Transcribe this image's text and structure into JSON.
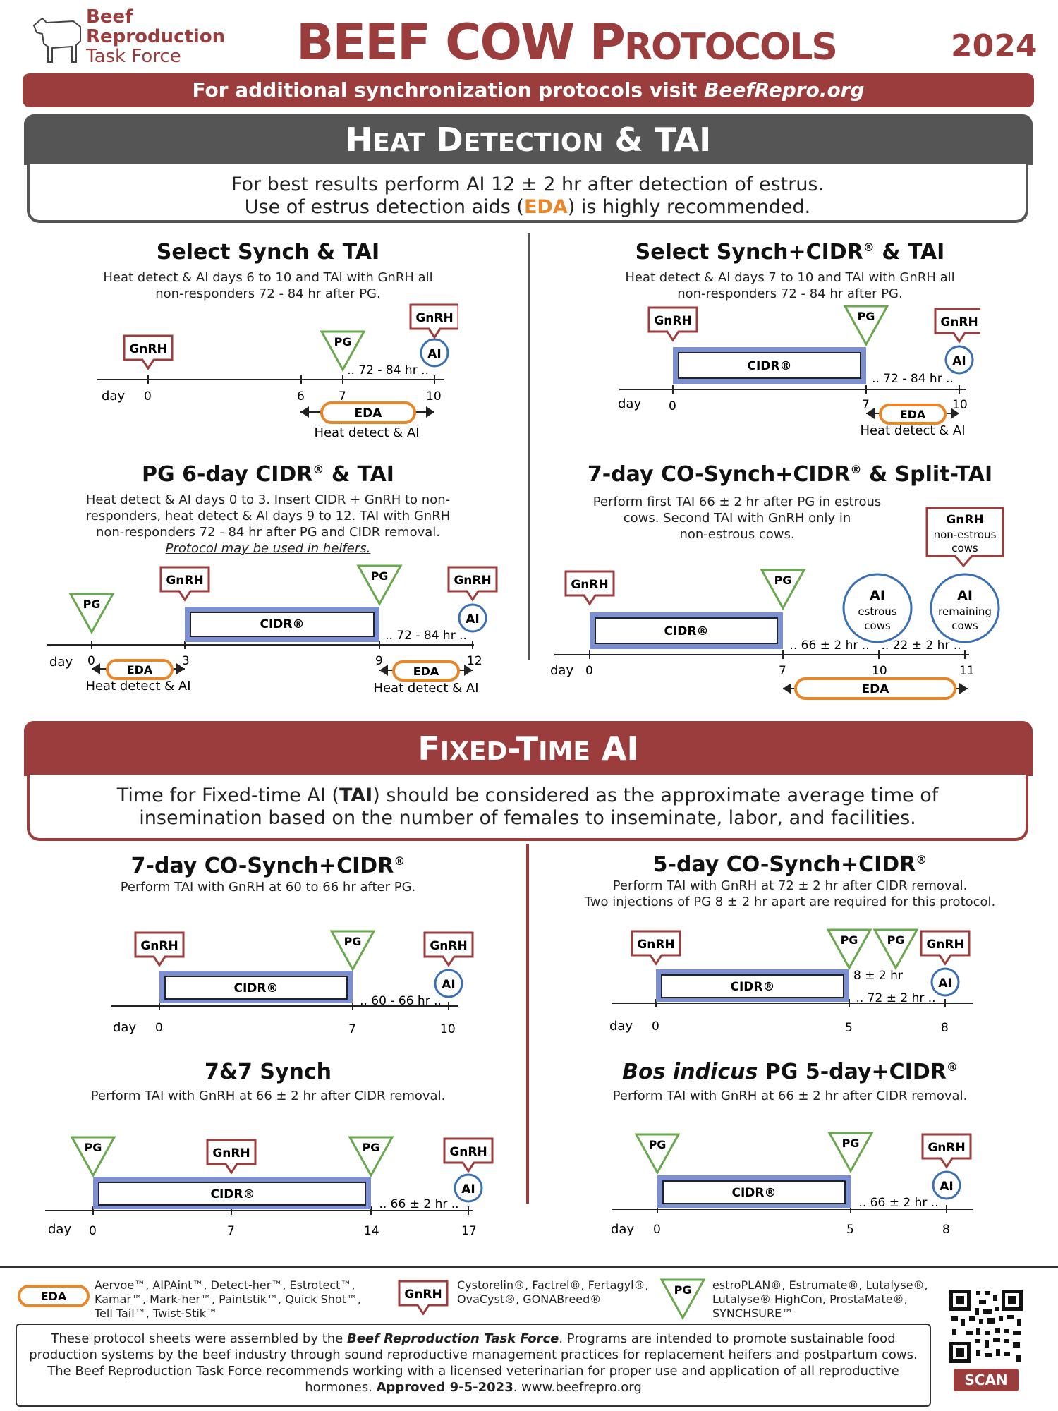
{
  "header": {
    "logo_line1": "Beef",
    "logo_line2": "Reproduction",
    "logo_line3": "Task Force",
    "title_big1": "BEEF COW P",
    "title_small1": "ROTOCOLS",
    "year": "2024",
    "banner_pre": "For additional synchronization protocols visit ",
    "banner_link": "BeefRepro.org"
  },
  "heat_section": {
    "title_a": "H",
    "title_b": "EAT",
    "title_c": " D",
    "title_d": "ETECTION",
    "title_e": " & TAI",
    "note_line1": "For best results perform AI 12 ± 2 hr after detection of estrus.",
    "note_line2_pre": "Use of estrus detection aids (",
    "note_line2_eda": "EDA",
    "note_line2_post": ") is highly recommended."
  },
  "fixed_section": {
    "title_a": "F",
    "title_b": "IXED",
    "title_c": "-T",
    "title_d": "IME",
    "title_e": " AI",
    "note_line1_pre": "Time for Fixed-time AI (",
    "note_line1_tai": "TAI",
    "note_line1_post": ") should be considered as the approximate average time of",
    "note_line2": "insemination based on the number of females to inseminate, labor, and facilities."
  },
  "labels": {
    "gnrh": "GnRH",
    "pg": "PG",
    "ai": "AI",
    "cidr": "CIDR®",
    "eda": "EDA",
    "day": "day",
    "heat_ai": "Heat detect & AI",
    "estrous": "estrous",
    "cows": "cows",
    "remaining": "remaining",
    "non_estrous": "non-estrous"
  },
  "protocols": {
    "p1": {
      "title": "Select Synch & TAI",
      "desc1": "Heat detect & AI days 6 to 10 and TAI with GnRH all",
      "desc2": "non-responders 72 - 84 hr after PG.",
      "interval": ".. 72 - 84 hr ..",
      "d0": "0",
      "d6": "6",
      "d7": "7",
      "d10": "10"
    },
    "p2": {
      "title": "Select Synch+CIDR",
      "title_sup": "®",
      "title_post": " & TAI",
      "desc1": "Heat detect & AI days 7 to 10 and TAI with GnRH all",
      "desc2": "non-responders 72 - 84 hr after PG.",
      "interval": ".. 72 - 84 hr ..",
      "d0": "0",
      "d7": "7",
      "d10": "10"
    },
    "p3": {
      "title": "PG 6-day CIDR",
      "title_sup": "®",
      "title_post": " & TAI",
      "desc1": "Heat detect & AI days 0 to 3. Insert CIDR + GnRH to non-",
      "desc2": "responders, heat detect & AI days 9 to 12. TAI with GnRH",
      "desc3": "non-responders 72 - 84 hr after PG and CIDR removal.",
      "desc4": "Protocol may be used in heifers.",
      "interval": ".. 72 - 84 hr ..",
      "d0": "0",
      "d3": "3",
      "d9": "9",
      "d12": "12"
    },
    "p4": {
      "title": "7-day CO-Synch+CIDR",
      "title_sup": "®",
      "title_post": " & Split-TAI",
      "desc1": "Perform first TAI 66 ± 2 hr after PG in estrous",
      "desc2": "cows. Second TAI with GnRH only in",
      "desc3": "non-estrous cows.",
      "interval1": ".. 66 ± 2 hr ..",
      "interval2": ".. 22 ± 2 hr ..",
      "d0": "0",
      "d7": "7",
      "d10": "10",
      "d11": "11"
    },
    "p5": {
      "title": "7-day CO-Synch+CIDR",
      "title_sup": "®",
      "desc1": "Perform TAI with GnRH at 60 to 66 hr after PG.",
      "interval": ".. 60 - 66 hr ..",
      "d0": "0",
      "d7": "7",
      "d10": "10"
    },
    "p6": {
      "title": "5-day CO-Synch+CIDR",
      "title_sup": "®",
      "desc1": "Perform TAI with GnRH at 72 ± 2 hr after CIDR removal.",
      "desc2": "Two injections of PG 8 ± 2 hr apart are required for this protocol.",
      "interval_pg": "8 ± 2 hr",
      "interval": ".. 72 ± 2 hr ..",
      "d0": "0",
      "d5": "5",
      "d8": "8"
    },
    "p7": {
      "title": "7&7 Synch",
      "desc1": "Perform TAI with GnRH at 66 ± 2 hr after CIDR removal.",
      "interval": ".. 66 ± 2 hr ..",
      "d0": "0",
      "d7": "7",
      "d14": "14",
      "d17": "17"
    },
    "p8": {
      "title_italic": "Bos indicus",
      "title": " PG 5-day+CIDR",
      "title_sup": "®",
      "desc1": "Perform TAI with GnRH at 66 ± 2 hr after CIDR removal.",
      "interval": ".. 66 ± 2 hr ..",
      "d0": "0",
      "d5": "5",
      "d8": "8"
    }
  },
  "legend": {
    "eda_products1": "Aervoe™, AIPAint™, Detect-her™, Estrotect™,",
    "eda_products2": "Kamar™, Mark-her™, Paintstik™, Quick Shot™,",
    "eda_products3": "Tell Tail™, Twist-Stik™",
    "gnrh_products1": "Cystorelin®, Factrel®, Fertagyl®,",
    "gnrh_products2": "OvaCyst®, GONABreed®",
    "pg_products1": "estroPLAN®, Estrumate®, Lutalyse®,",
    "pg_products2": "Lutalyse® HighCon, ProstaMate®,",
    "pg_products3": "SYNCHSURE™"
  },
  "footer": {
    "text_pre": "These protocol sheets were assembled by the ",
    "text_org": "Beef Reproduction Task Force",
    "text_mid": ". Programs are intended to promote sustainable food production systems by the beef industry through sound reproductive management practices for replacement heifers and postpartum cows. The Beef Reproduction Task Force recommends working with a licensed veterinarian for proper use and application of all reproductive hormones. ",
    "approved": "Approved 9-5-2023",
    "url": ". www.beefrepro.org",
    "scan": "SCAN"
  },
  "colors": {
    "brand_red": "#9b3d3d",
    "gray": "#555555",
    "pg_green": "#6aa84f",
    "cidr_blue": "#7b8fd1",
    "ai_blue": "#3a6fb4",
    "eda_orange": "#e8862a"
  }
}
